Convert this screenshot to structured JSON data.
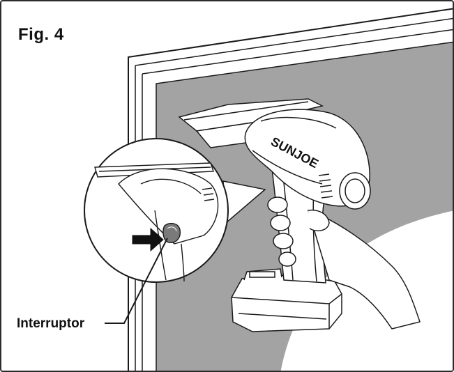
{
  "figure": {
    "label": "Fig. 4",
    "callout_label": "Interruptor",
    "brand_logo": "SUNJOE"
  },
  "icons": {
    "pointer": "arrow-right-icon",
    "logo": "sunjoe-logo-icon"
  },
  "colors": {
    "glass": "#a3a3a3",
    "frame": "#ffffff",
    "line": "#1a1a1a",
    "border": "#2b2b2b"
  }
}
